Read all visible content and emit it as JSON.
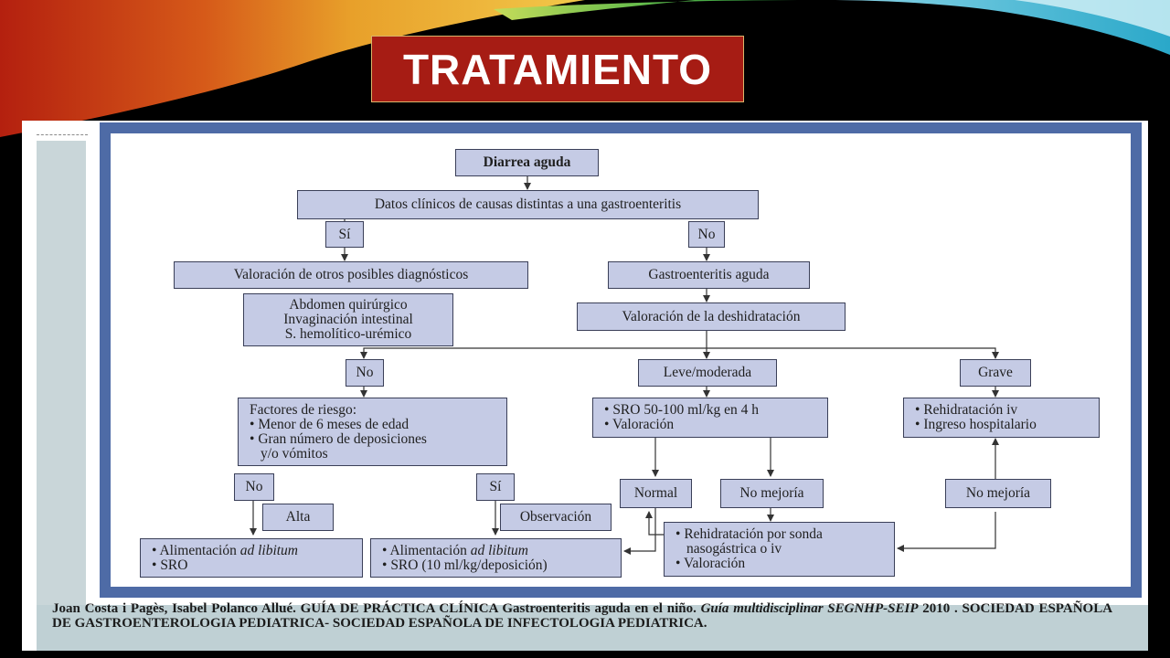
{
  "slide": {
    "title": "TRATAMIENTO"
  },
  "flowchart": {
    "root": "Diarrea aguda",
    "q1": "Datos clínicos de causas distintas a una gastroenteritis",
    "si1": "Sí",
    "no1": "No",
    "otros": "Valoración de otros posibles diagnósticos",
    "causas": [
      "Abdomen quirúrgico",
      "Invaginación intestinal",
      "S. hemolítico-urémico"
    ],
    "gea": "Gastroenteritis aguda",
    "deshid": "Valoración de la deshidratación",
    "no_deshid": "No",
    "leve": "Leve/moderada",
    "grave": "Grave",
    "factores": {
      "title": "Factores de riesgo:",
      "items": [
        "Menor de 6 meses de edad",
        "Gran número de deposiciones"
      ],
      "cont": "y/o vómitos"
    },
    "sro": [
      "SRO 50-100 ml/kg en 4 h",
      "Valoración"
    ],
    "rehid_iv": [
      "Rehidratación iv",
      "Ingreso hospitalario"
    ],
    "no_factor": "No",
    "si_factor": "Sí",
    "alta": "Alta",
    "observacion": "Observación",
    "normal": "Normal",
    "no_mejoria_1": "No mejoría",
    "no_mejoria_2": "No mejoría",
    "alim1": {
      "pre": "Alimentación ",
      "em": "ad libitum",
      "sro": "SRO"
    },
    "alim2": {
      "pre": "Alimentación ",
      "em": "ad libitum",
      "sro": "SRO (10 ml/kg/deposición)"
    },
    "sonda": {
      "l1": "Rehidratación por sonda",
      "l2": "nasogástrica o iv",
      "l3": "Valoración"
    }
  },
  "citation": {
    "authors": "Joan Costa i Pagès, Isabel Polanco Allué. GUÍA DE PRÁCTICA CLÍNICA Gastroenteritis aguda en el niño. ",
    "guide": "Guía multidisciplinar SEGNHP-SEIP",
    "year": " 2010",
    "rest": " . SOCIEDAD ESPAÑOLA DE GASTROENTEROLOGIA PEDIATRICA- SOCIEDAD ESPAÑOLA DE INFECTOLOGIA PEDIATRICA."
  },
  "colors": {
    "title_bg": "#a61c14",
    "frame": "#4e6ba6",
    "box_fill": "#c5cbe5",
    "footer_bg": "#bfd0d4"
  }
}
